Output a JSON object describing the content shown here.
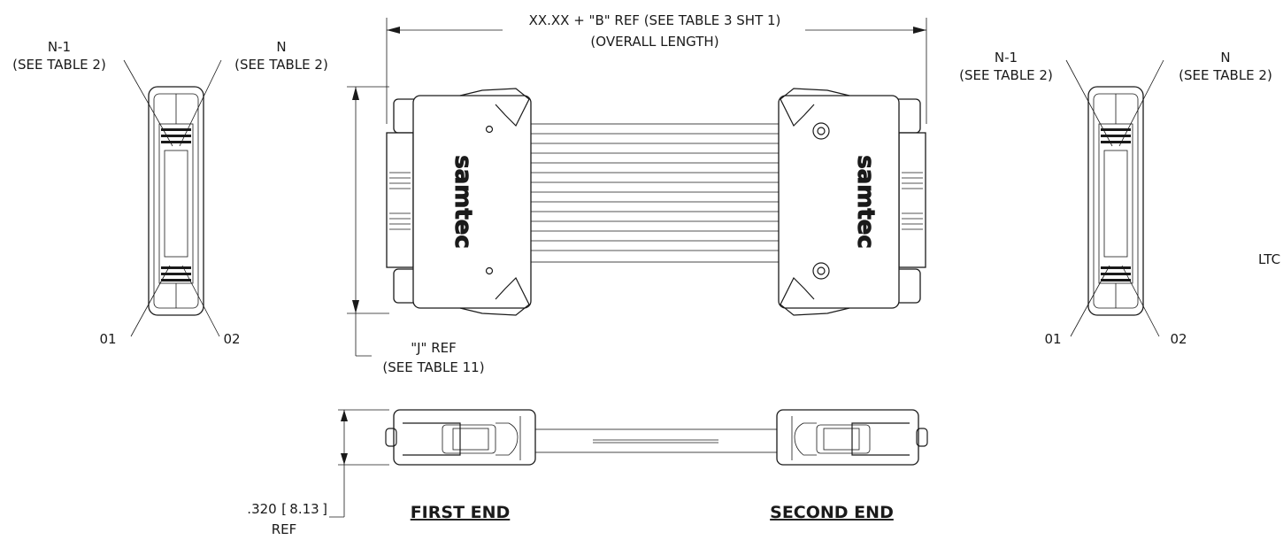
{
  "labels": {
    "overall_dim": "XX.XX + \"B\" REF (SEE TABLE 3 SHT 1)",
    "overall_dim_sub": "(OVERALL LENGTH)",
    "left_view": {
      "n_minus_1": "N-1",
      "n": "N",
      "see_table": "(SEE TABLE 2)",
      "pin_01": "01",
      "pin_02": "02"
    },
    "right_view": {
      "n_minus_1": "N-1",
      "n": "N",
      "see_table": "(SEE TABLE 2)",
      "pin_01": "01",
      "pin_02": "02"
    },
    "j_ref": "\"J\" REF",
    "j_ref_sub": "(SEE TABLE 11)",
    "height_dim": ".320",
    "height_dim_mm": "8.13",
    "height_ref": "REF",
    "first_end": "FIRST END",
    "second_end": "SECOND END",
    "ltc_partial": "LTC",
    "brand_left": "samtec",
    "brand_right": "samtec"
  }
}
